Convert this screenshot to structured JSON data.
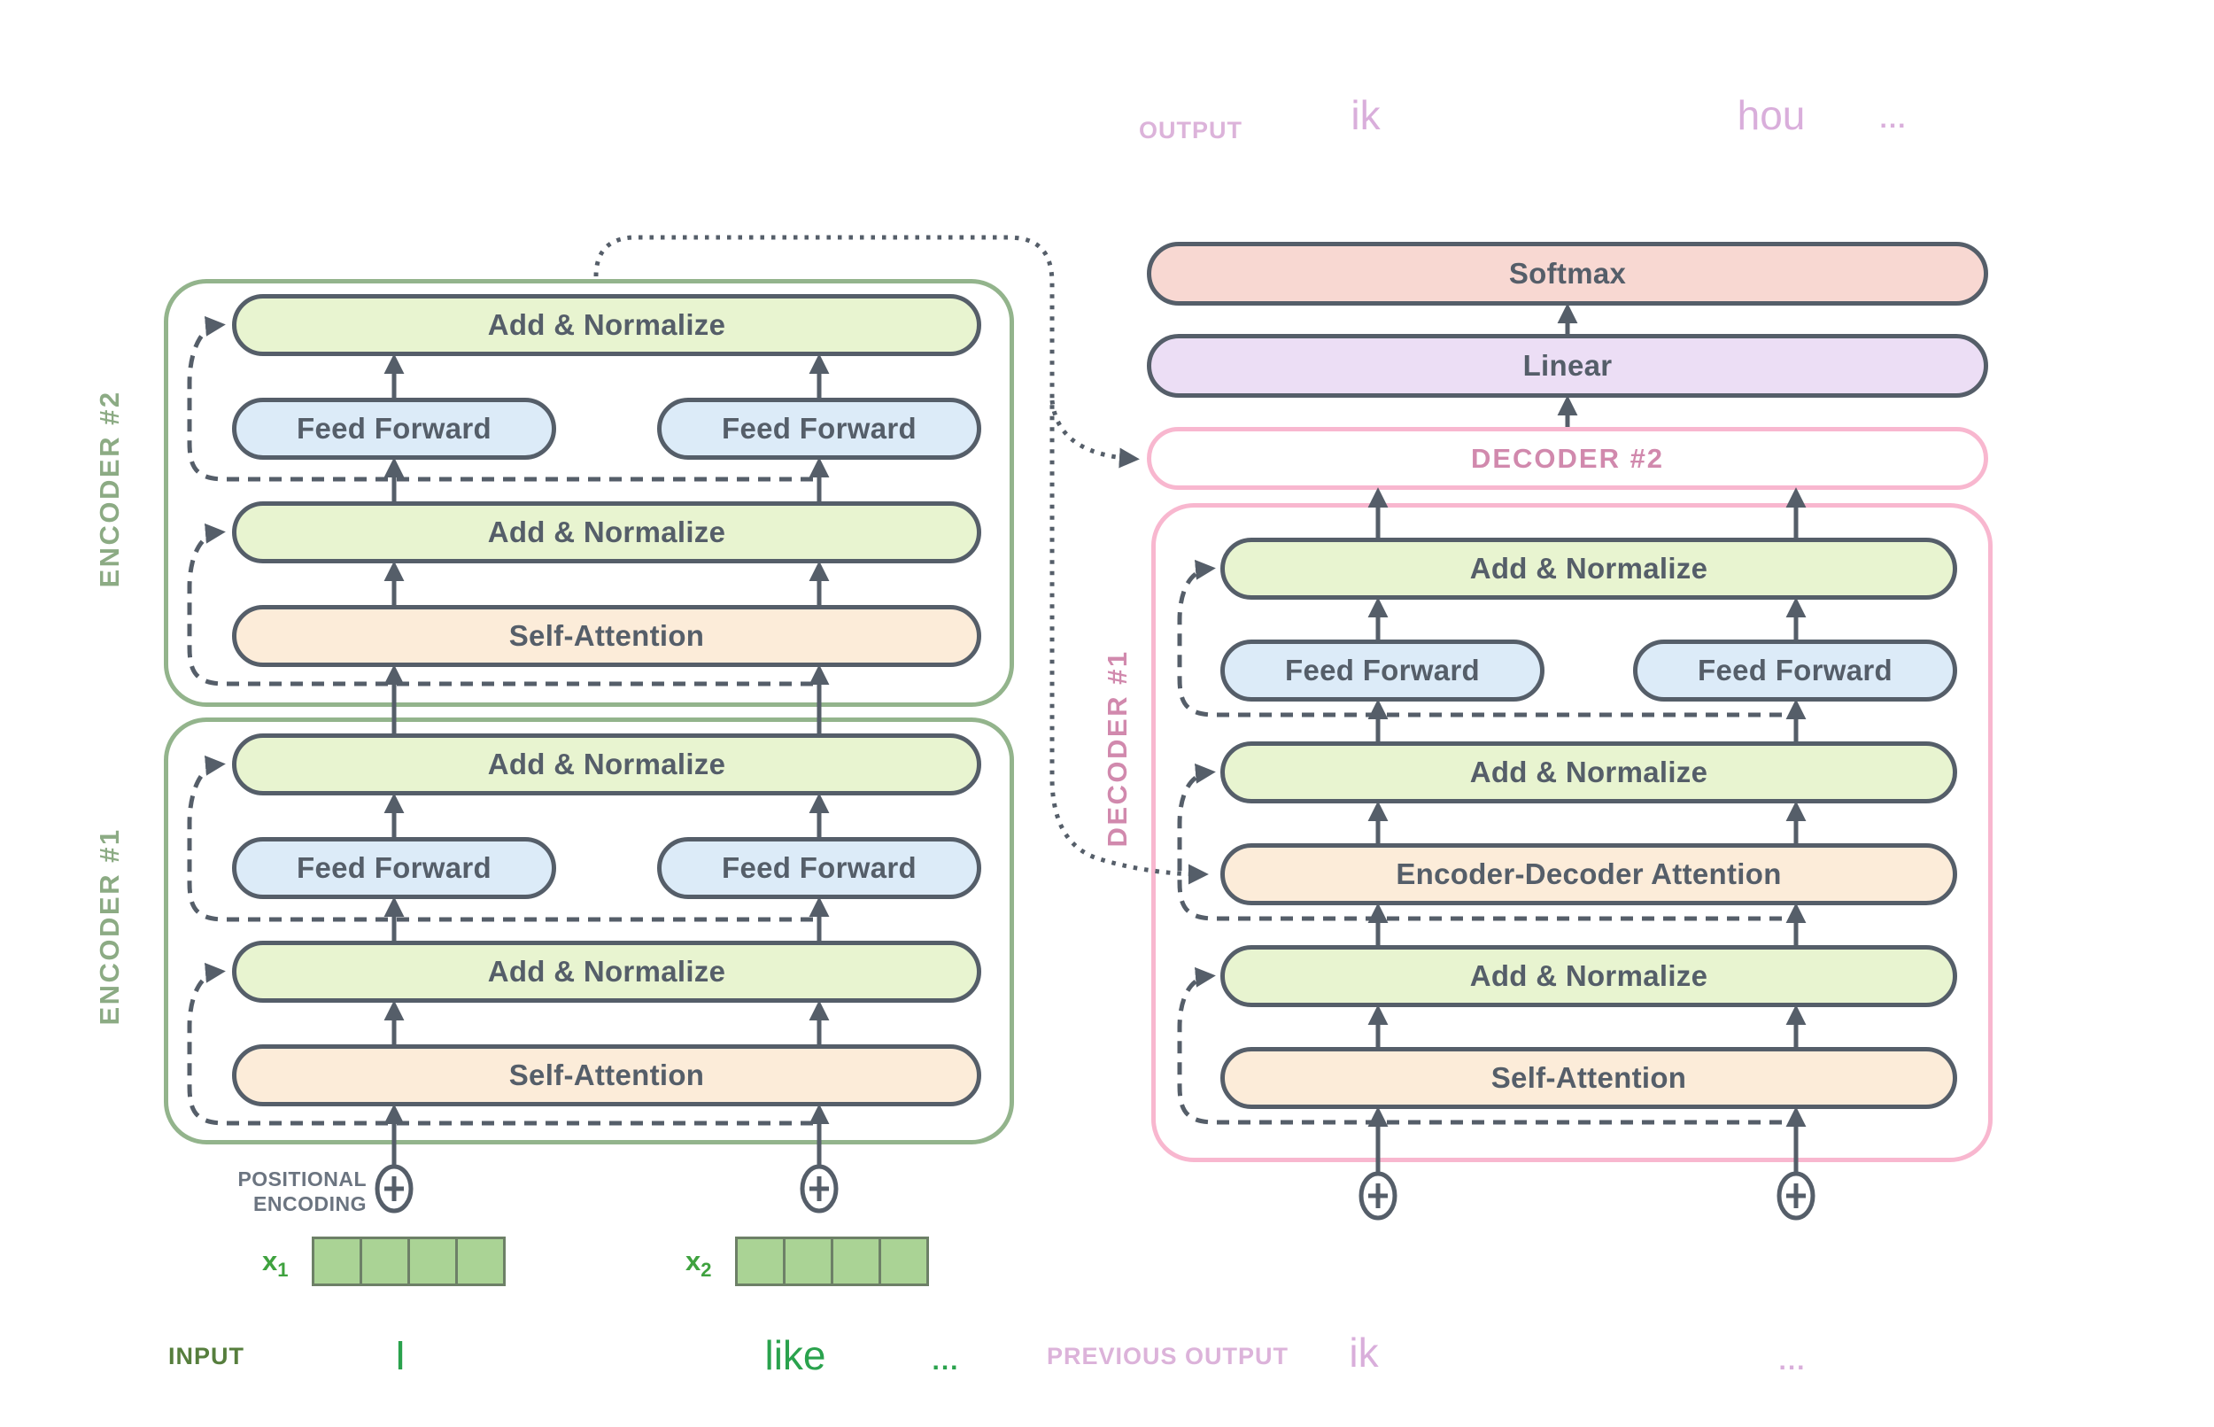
{
  "colors": {
    "slate": "#555e69",
    "pale_green": "#e8f4d0",
    "pale_blue": "#dcebf8",
    "pale_peach": "#fcecd9",
    "pale_pink": "#f8d8d2",
    "pale_purple": "#ecdef5",
    "green_border": "#93b48c",
    "green_text": "#8cab84",
    "pink_border": "#f8b7cf",
    "pink_text": "#d189ad",
    "lilac_text": "#d9aedb",
    "lilac_label": "#dcb3da",
    "green_dark": "#567e3d",
    "green_word": "#2aa24d",
    "vec_text": "#3fa23f",
    "vec_fill": "#aad395",
    "vec_border": "#6d8067",
    "gray_text": "#6b7480"
  },
  "blocks": {
    "add_normalize": "Add & Normalize",
    "feed_forward": "Feed Forward",
    "self_attention": "Self-Attention",
    "enc_dec_attention": "Encoder-Decoder Attention",
    "softmax": "Softmax",
    "linear": "Linear"
  },
  "labels": {
    "encoder1": "ENCODER #1",
    "encoder2": "ENCODER #2",
    "decoder1": "DECODER #1",
    "decoder2": "DECODER #2",
    "output": "OUTPUT",
    "input": "INPUT",
    "previous_output": "PREVIOUS OUTPUT",
    "positional_line1": "POSITIONAL",
    "positional_line2": "ENCODING"
  },
  "words": {
    "top": [
      "ik",
      "hou",
      "..."
    ],
    "input": [
      "I",
      "like",
      "..."
    ],
    "previous": [
      "ik",
      "..."
    ]
  },
  "vectors": {
    "x1_base": "x",
    "x1_sub": "1",
    "x2_base": "x",
    "x2_sub": "2"
  }
}
